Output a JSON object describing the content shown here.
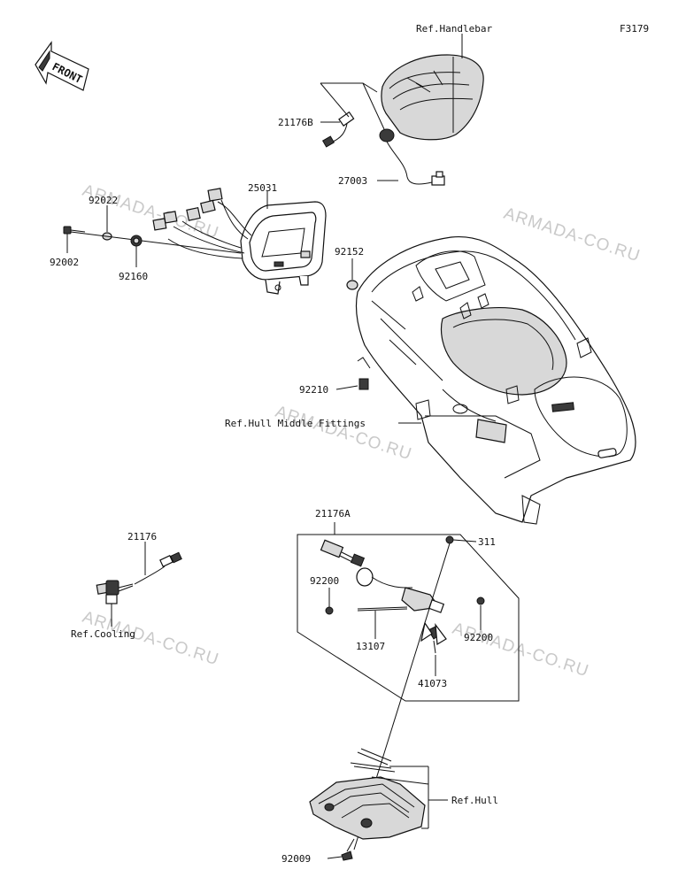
{
  "figure_code": "F3179",
  "front_label": "FRONT",
  "watermark": "ARMADA-CO.RU",
  "labels": {
    "ref_handlebar": "Ref.Handlebar",
    "p21176B": "21176B",
    "p27003": "27003",
    "p25031": "25031",
    "p92022": "92022",
    "p92002": "92002",
    "p92160": "92160",
    "p92152": "92152",
    "p92210": "92210",
    "ref_hull_middle": "Ref.Hull Middle Fittings",
    "p21176A": "21176A",
    "p21176": "21176",
    "p311": "311",
    "p92200_left": "92200",
    "p13107": "13107",
    "p92200_right": "92200",
    "p41073": "41073",
    "ref_cooling": "Ref.Cooling",
    "ref_hull": "Ref.Hull",
    "p92009": "92009"
  }
}
